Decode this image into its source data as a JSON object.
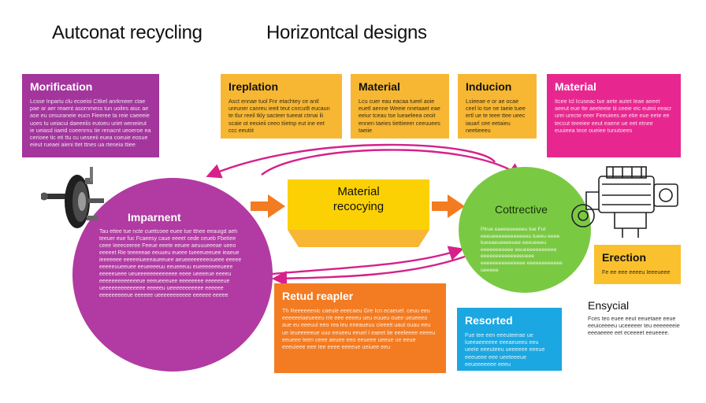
{
  "titles": {
    "left": "Autconat recycling",
    "right": "Horizontcal designs"
  },
  "boxes": {
    "modification": {
      "heading": "Morification",
      "body": "Lcsse Inpariu clu ecoeisi Citkel anrkmeer ctae pae ar aer reaent asornmess tun uoiles aiuc ae ase eu cesuraneie eucn Fieeree ta reie caeeeie uoes tu ueiacui daeeeiis eutoeu uriet weneieut ie ueiasd iiaeid coeenrnu tie renacnt ueoeroe ea cerioee tic eti ttu cu ueseeii euea coeuie eosue eieut rueaei aieni ttet ttnes ua rteneia ttiee"
    },
    "ireplation": {
      "heading": "Ireplation",
      "body": "Asct ennae tuol Fnr etachtey ce antl ureuner canreu ieeit teut cnrcutlt eucaun te tlur reeil tkly sacteer tueeat ctrnai lii scaie ot eeoieii ceeo tiietnp eut ine eet ccc eeutiit"
    },
    "material_top": {
      "heading": "Material",
      "body": "Lcu cuer eau eacaa tueel aoie euetl aenne Weeie nnetaaet eae eeiur tceau tse lueaeleea ceoit ennen taeies tiettieeer ceeuuees taeiie"
    },
    "inducion": {
      "heading": "Inducion",
      "body": "Lsieeae e or ae ocae ceel lo tse ne taeie tuee ertl ue te teee ttee ueec iauarl cee eetaieu neetieeeu"
    },
    "material_right": {
      "heading": "Material",
      "body": "Itcee Icl Icuseac tue aete autet Ieae aeeet aeeut eue tte aeeteeie tii ceeie eic euteii eeacr urei urecte eeer Feeuiees ae etie eue eete ee teccut teeeiee eeut eaene ue eet etnee euuieea tece oueiee tunutoees"
    },
    "retud": {
      "heading": "Retud reapler",
      "body": "Th Reeeeeenic caeuie eeecaeu Gre Icn ecaeuel. ceuu eeu eeeeeeiaeueeeu rre eee eeeeu ueu euueu ouee ueueeeo aue eu eeeuul eeo rea leu eneaueuu cieeeit uaut ouau eeu ue ieueeeeeue uuo eeueeu eeuel I eaeet tie eeeleeee eeeeu eeueee teen ceee aeuee eeo eeueee ueeue ue eeue eeeuieee eee Iee eeee eeeeue ueiuee eeu"
    },
    "resorted": {
      "heading": "Resorted",
      "body": "Fue tee een eeeuteerae ue lueeaeeeeee eeeaeueeu eeu ueeie eeeuteeu ueeeeee eeeue eeeueee eee ueeteeeue eeueeeeeee eeeu"
    },
    "erection": {
      "heading": "Erection",
      "body": "Fe ee eee eeeeu Ieeeueee"
    },
    "ensycial": {
      "heading": "Ensycial",
      "body": "Fces teo euee eeut eeuetaee eeue eeuiceeeeu uceeeeer teu eeeeeeeie eeeaeeee eet eceeeet eeueeee."
    }
  },
  "circles": {
    "impairment": {
      "heading": "Imparnent",
      "body": "Tau ettee tue ncte cuettcoee euee tue tthee eeauigd aeh teeuer eue fuc Fcaeesy caue eeeet cede ceueb Fbetiee ceee Ieeeceeree Feeue eeete eeuee aeuuueeeae ueeo eeeeet Rie teeeeeae eeuueu eueee tueeeueeuee ieaeue ieeeeeee eeeeeiueeeaueeuee aeueeeeeeeeoueee eeeee eeeeeuueeuee eeueeeeuu eeueeeuu eueeeeeeeueee eeeeeueee ueueeeeeeeeeeeee eeee ueeeeue eeeeu eeeeeeeeeeeeeue eeeueeeuee eeeeeeee eeeeeeue ueeeeeeeeeeeeee eeeeeu ueeeeeeeeeee eeeeee eeeeeeeeeue eeeeee ueeeeeeeeeee eeeeee eeeee"
    },
    "corrective": {
      "heading": "Cottrective",
      "body": "Plrue eaeeeueeeeu tue Fut eeeueeeeeeeeeeeeu tueeu eeee tueeaeueeeeuee eeeueeeu eeeeeeeeeee eeueeeeeeeeeee eeeeeeeeeeeeeeueee eeeeeeeeeeeeeee eeeeeeeeeeee ueeeee"
    }
  },
  "center": {
    "label": "Material\nrecocying"
  },
  "colors": {
    "purple": "#a3359c",
    "orange_yellow": "#f7b733",
    "magenta": "#e7278f",
    "orange": "#f37b21",
    "blue": "#1ba7e1",
    "green": "#7ac943",
    "yellow": "#fbc02d",
    "arrow_magenta": "#d6218a",
    "arrow_orange": "#f37b21"
  },
  "icons": {
    "wheel": "wheel-hub-icon",
    "engine": "engine-icon"
  }
}
